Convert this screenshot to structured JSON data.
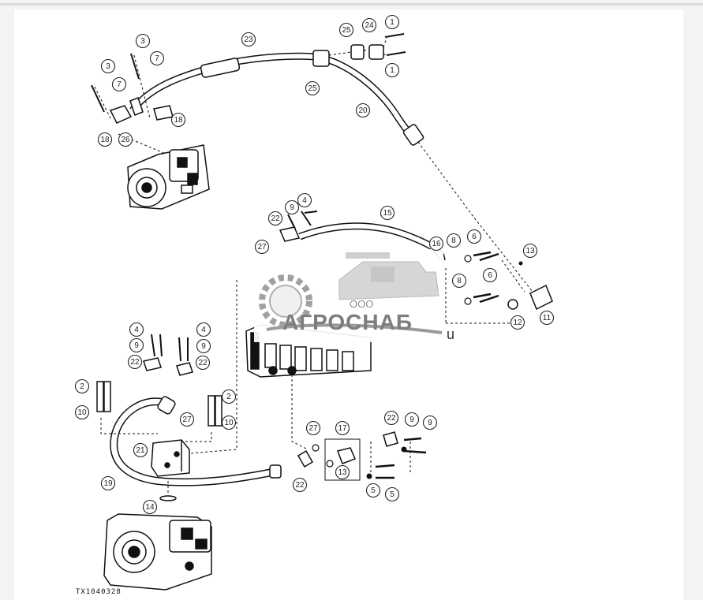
{
  "figure_id": "TX1040328",
  "watermark": {
    "prefix": "ООО",
    "name": "АГРОСНАБ",
    "suffix": "u"
  },
  "callouts": [
    "23",
    "25",
    "24",
    "1",
    "1",
    "25",
    "3",
    "7",
    "3",
    "7",
    "18",
    "18",
    "26",
    "20",
    "15",
    "4",
    "9",
    "22",
    "27",
    "16",
    "8",
    "6",
    "8",
    "6",
    "13",
    "11",
    "12",
    "4",
    "4",
    "9",
    "9",
    "22",
    "22",
    "2",
    "2",
    "10",
    "10",
    "27",
    "21",
    "19",
    "14",
    "17",
    "13",
    "27",
    "22",
    "22",
    "9",
    "5",
    "9",
    "5"
  ]
}
